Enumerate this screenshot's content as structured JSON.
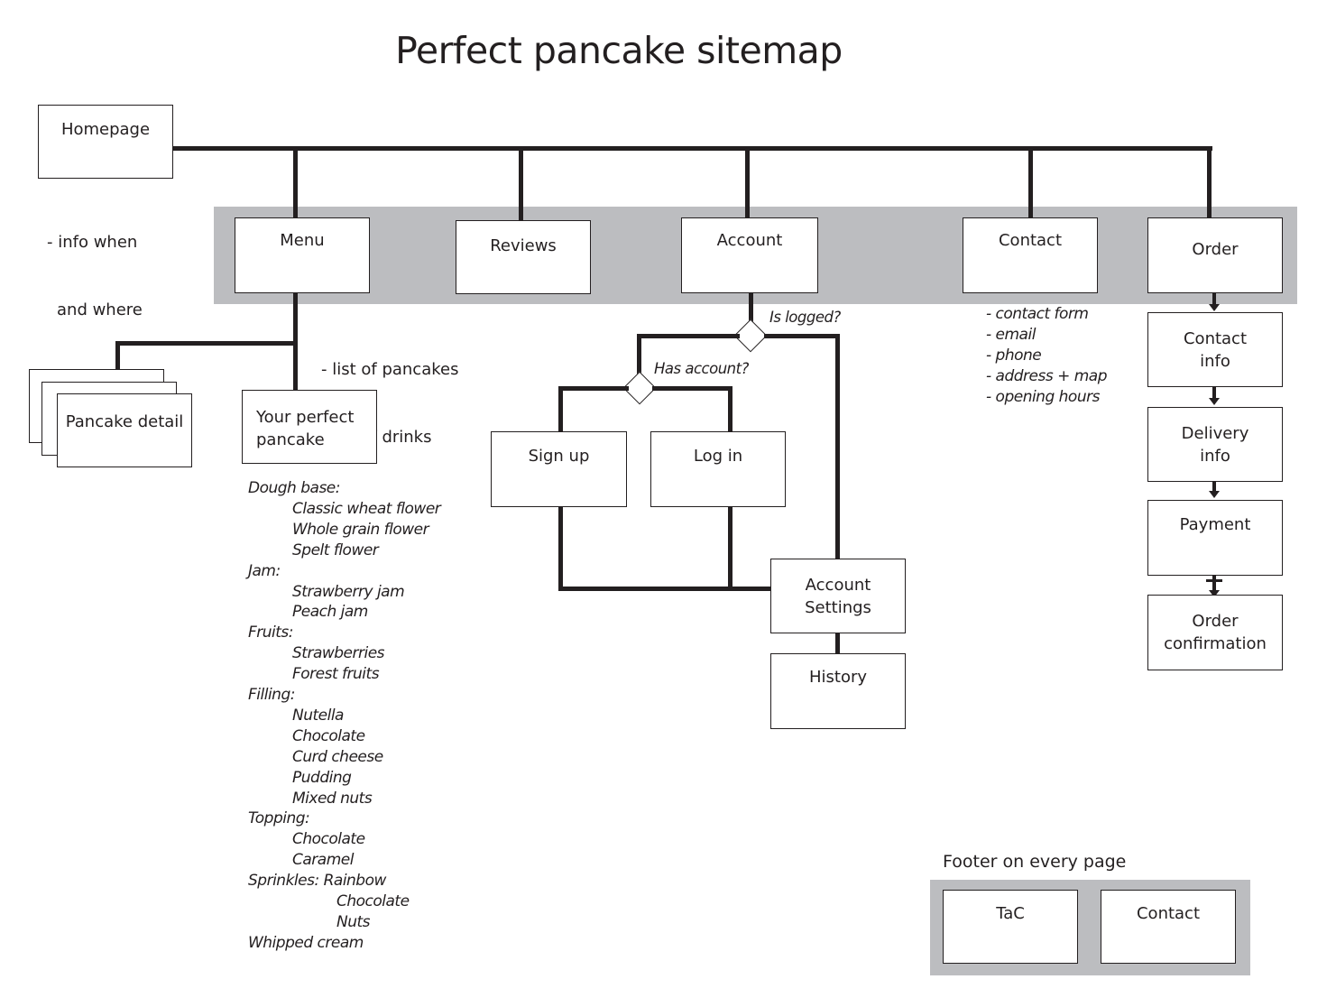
{
  "title": "Perfect pancake sitemap",
  "homepage": {
    "label": "Homepage",
    "note_line1": "- info when",
    "note_line2": "and where"
  },
  "main_nav": [
    {
      "label": "Menu"
    },
    {
      "label": "Reviews"
    },
    {
      "label": "Account"
    },
    {
      "label": "Contact"
    },
    {
      "label": "Order"
    }
  ],
  "menu": {
    "notes": [
      "- list of pancakes",
      "- list of drinks"
    ],
    "children": {
      "pancake_detail": "Pancake detail",
      "your_perfect_pancake_line1": "Your perfect",
      "your_perfect_pancake_line2": "pancake"
    },
    "options": [
      {
        "text": "Dough base:",
        "level": 0
      },
      {
        "text": "Classic wheat flower",
        "level": 1
      },
      {
        "text": "Whole grain flower",
        "level": 1
      },
      {
        "text": "Spelt flower",
        "level": 1
      },
      {
        "text": "Jam:",
        "level": 0
      },
      {
        "text": "Strawberry jam",
        "level": 1
      },
      {
        "text": "Peach jam",
        "level": 1
      },
      {
        "text": "Fruits:",
        "level": 0
      },
      {
        "text": "Strawberries",
        "level": 1
      },
      {
        "text": "Forest fruits",
        "level": 1
      },
      {
        "text": "Filling:",
        "level": 0
      },
      {
        "text": "Nutella",
        "level": 1
      },
      {
        "text": "Chocolate",
        "level": 1
      },
      {
        "text": "Curd cheese",
        "level": 1
      },
      {
        "text": "Pudding",
        "level": 1
      },
      {
        "text": "Mixed nuts",
        "level": 1
      },
      {
        "text": "Topping:",
        "level": 0
      },
      {
        "text": "Chocolate",
        "level": 1
      },
      {
        "text": "Caramel",
        "level": 1
      },
      {
        "text": "Sprinkles: Rainbow",
        "level": 0
      },
      {
        "text": "Chocolate",
        "level": 2
      },
      {
        "text": "Nuts",
        "level": 2
      },
      {
        "text": "Whipped cream",
        "level": 0
      }
    ]
  },
  "account": {
    "decision_logged": "Is logged?",
    "decision_has_account": "Has account?",
    "sign_up": "Sign up",
    "log_in": "Log in",
    "settings_line1": "Account",
    "settings_line2": "Settings",
    "history": "History"
  },
  "contact": {
    "notes": [
      "- contact form",
      "- email",
      "- phone",
      "- address + map",
      "- opening hours"
    ]
  },
  "order_flow": {
    "contact_info_line1": "Contact",
    "contact_info_line2": "info",
    "delivery_info_line1": "Delivery",
    "delivery_info_line2": "info",
    "payment": "Payment",
    "confirmation_line1": "Order",
    "confirmation_line2": "confirmation"
  },
  "footer": {
    "caption": "Footer on every page",
    "items": [
      {
        "label": "TaC"
      },
      {
        "label": "Contact"
      }
    ]
  },
  "colors": {
    "band": "#bcbdc0",
    "ink": "#231f20"
  }
}
